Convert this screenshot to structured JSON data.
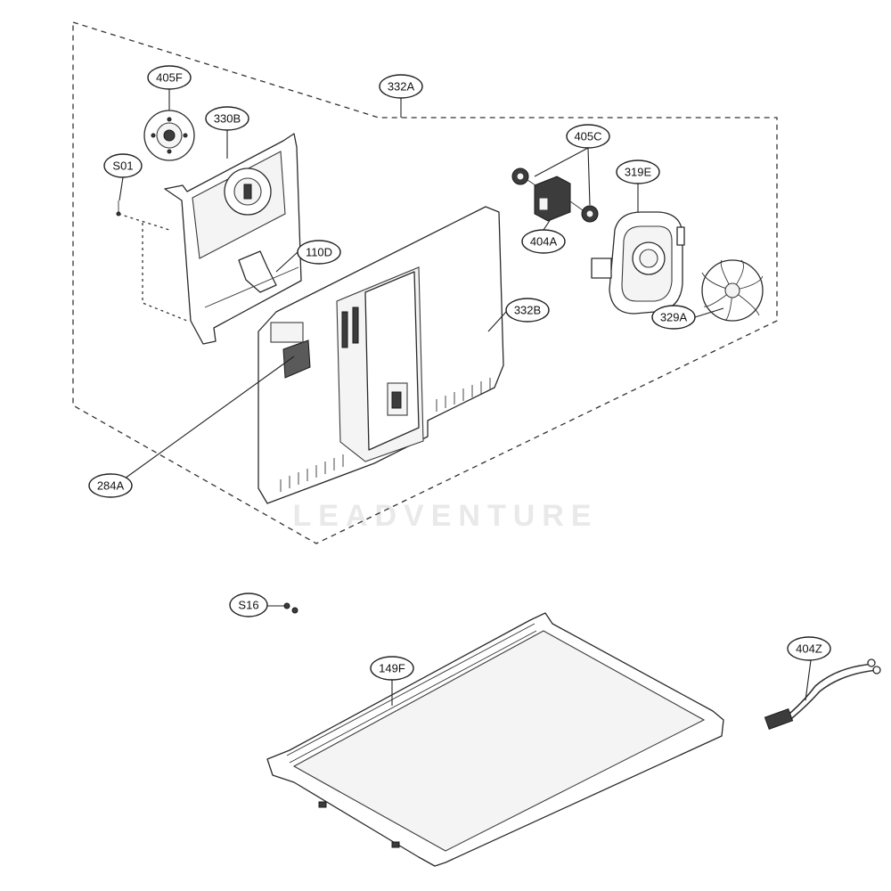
{
  "diagram": {
    "watermark": "LEADVENTURE",
    "labels": {
      "l405F": "405F",
      "l330B": "330B",
      "lS01": "S01",
      "l332A": "332A",
      "l405C": "405C",
      "l319E": "319E",
      "l110D": "110D",
      "l404A": "404A",
      "l332B": "332B",
      "l329A": "329A",
      "l284A": "284A",
      "lS16": "S16",
      "l149F": "149F",
      "l404Z": "404Z"
    }
  }
}
